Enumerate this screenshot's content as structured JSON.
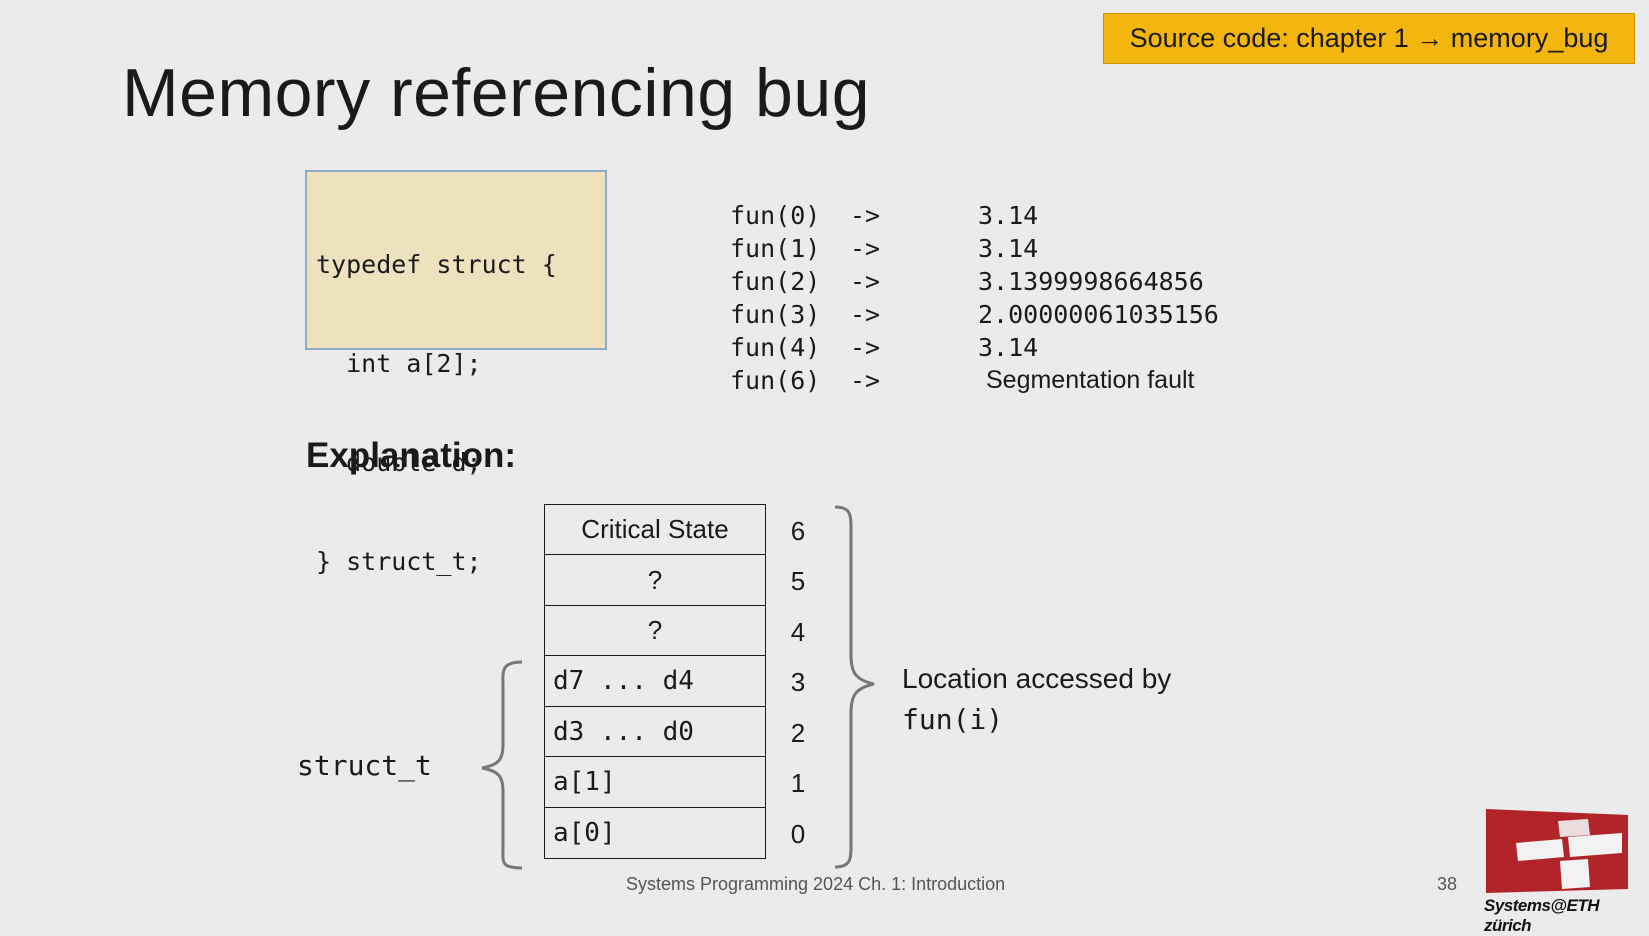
{
  "slide": {
    "source_badge": "Source code: chapter 1 → memory_bug",
    "title": "Memory referencing bug",
    "explanation_heading": "Explanation:",
    "footer": "Systems Programming 2024 Ch. 1: Introduction",
    "page_number": "38",
    "logo_text": "Systems@ETH zürich"
  },
  "code": {
    "lines": [
      "typedef struct {",
      "  int a[2];",
      "  double d;",
      "} struct_t;"
    ]
  },
  "results": [
    {
      "call": "fun(0)",
      "arrow": "->",
      "value": "3.14"
    },
    {
      "call": "fun(1)",
      "arrow": "->",
      "value": "3.14"
    },
    {
      "call": "fun(2)",
      "arrow": "->",
      "value": "3.1399998664856"
    },
    {
      "call": "fun(3)",
      "arrow": "->",
      "value": "2.00000061035156"
    },
    {
      "call": "fun(4)",
      "arrow": "->",
      "value": "3.14"
    },
    {
      "call": "fun(6)",
      "arrow": "->",
      "value": "Segmentation fault"
    }
  ],
  "memory": {
    "rows": [
      {
        "label": "Critical State",
        "index": "6"
      },
      {
        "label": "?",
        "index": "5"
      },
      {
        "label": "?",
        "index": "4"
      },
      {
        "label": "d7 ... d4",
        "index": "3"
      },
      {
        "label": "d3 ... d0",
        "index": "2"
      },
      {
        "label": "a[1]",
        "index": "1"
      },
      {
        "label": "a[0]",
        "index": "0"
      }
    ],
    "struct_label": "struct_t",
    "location_label_line1": "Location accessed by",
    "location_label_line2": "fun(i)"
  },
  "colors": {
    "badge": "#f2b60f",
    "code_box": "#ede2bd",
    "code_border": "#8faacc",
    "logo_red": "#b0242a"
  }
}
